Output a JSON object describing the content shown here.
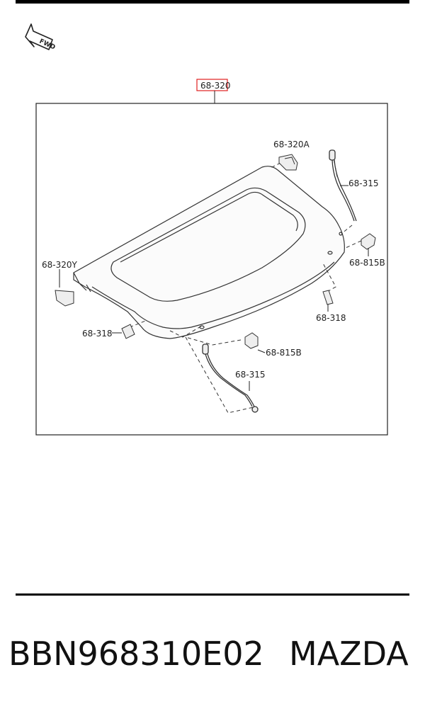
{
  "diagram": {
    "fwd_label": "FWD",
    "callouts": {
      "main": "68-320",
      "c320a": "68-320A",
      "c315_top": "68-315",
      "c815b_right": "68-815B",
      "c320y": "68-320Y",
      "c318_right": "68-318",
      "c318_left": "68-318",
      "c815b_mid": "68-815B",
      "c315_bottom": "68-315"
    },
    "highlight_color": "#e02020"
  },
  "footer": {
    "part_number": "BBN968310E02",
    "brand": "MAZDA"
  }
}
